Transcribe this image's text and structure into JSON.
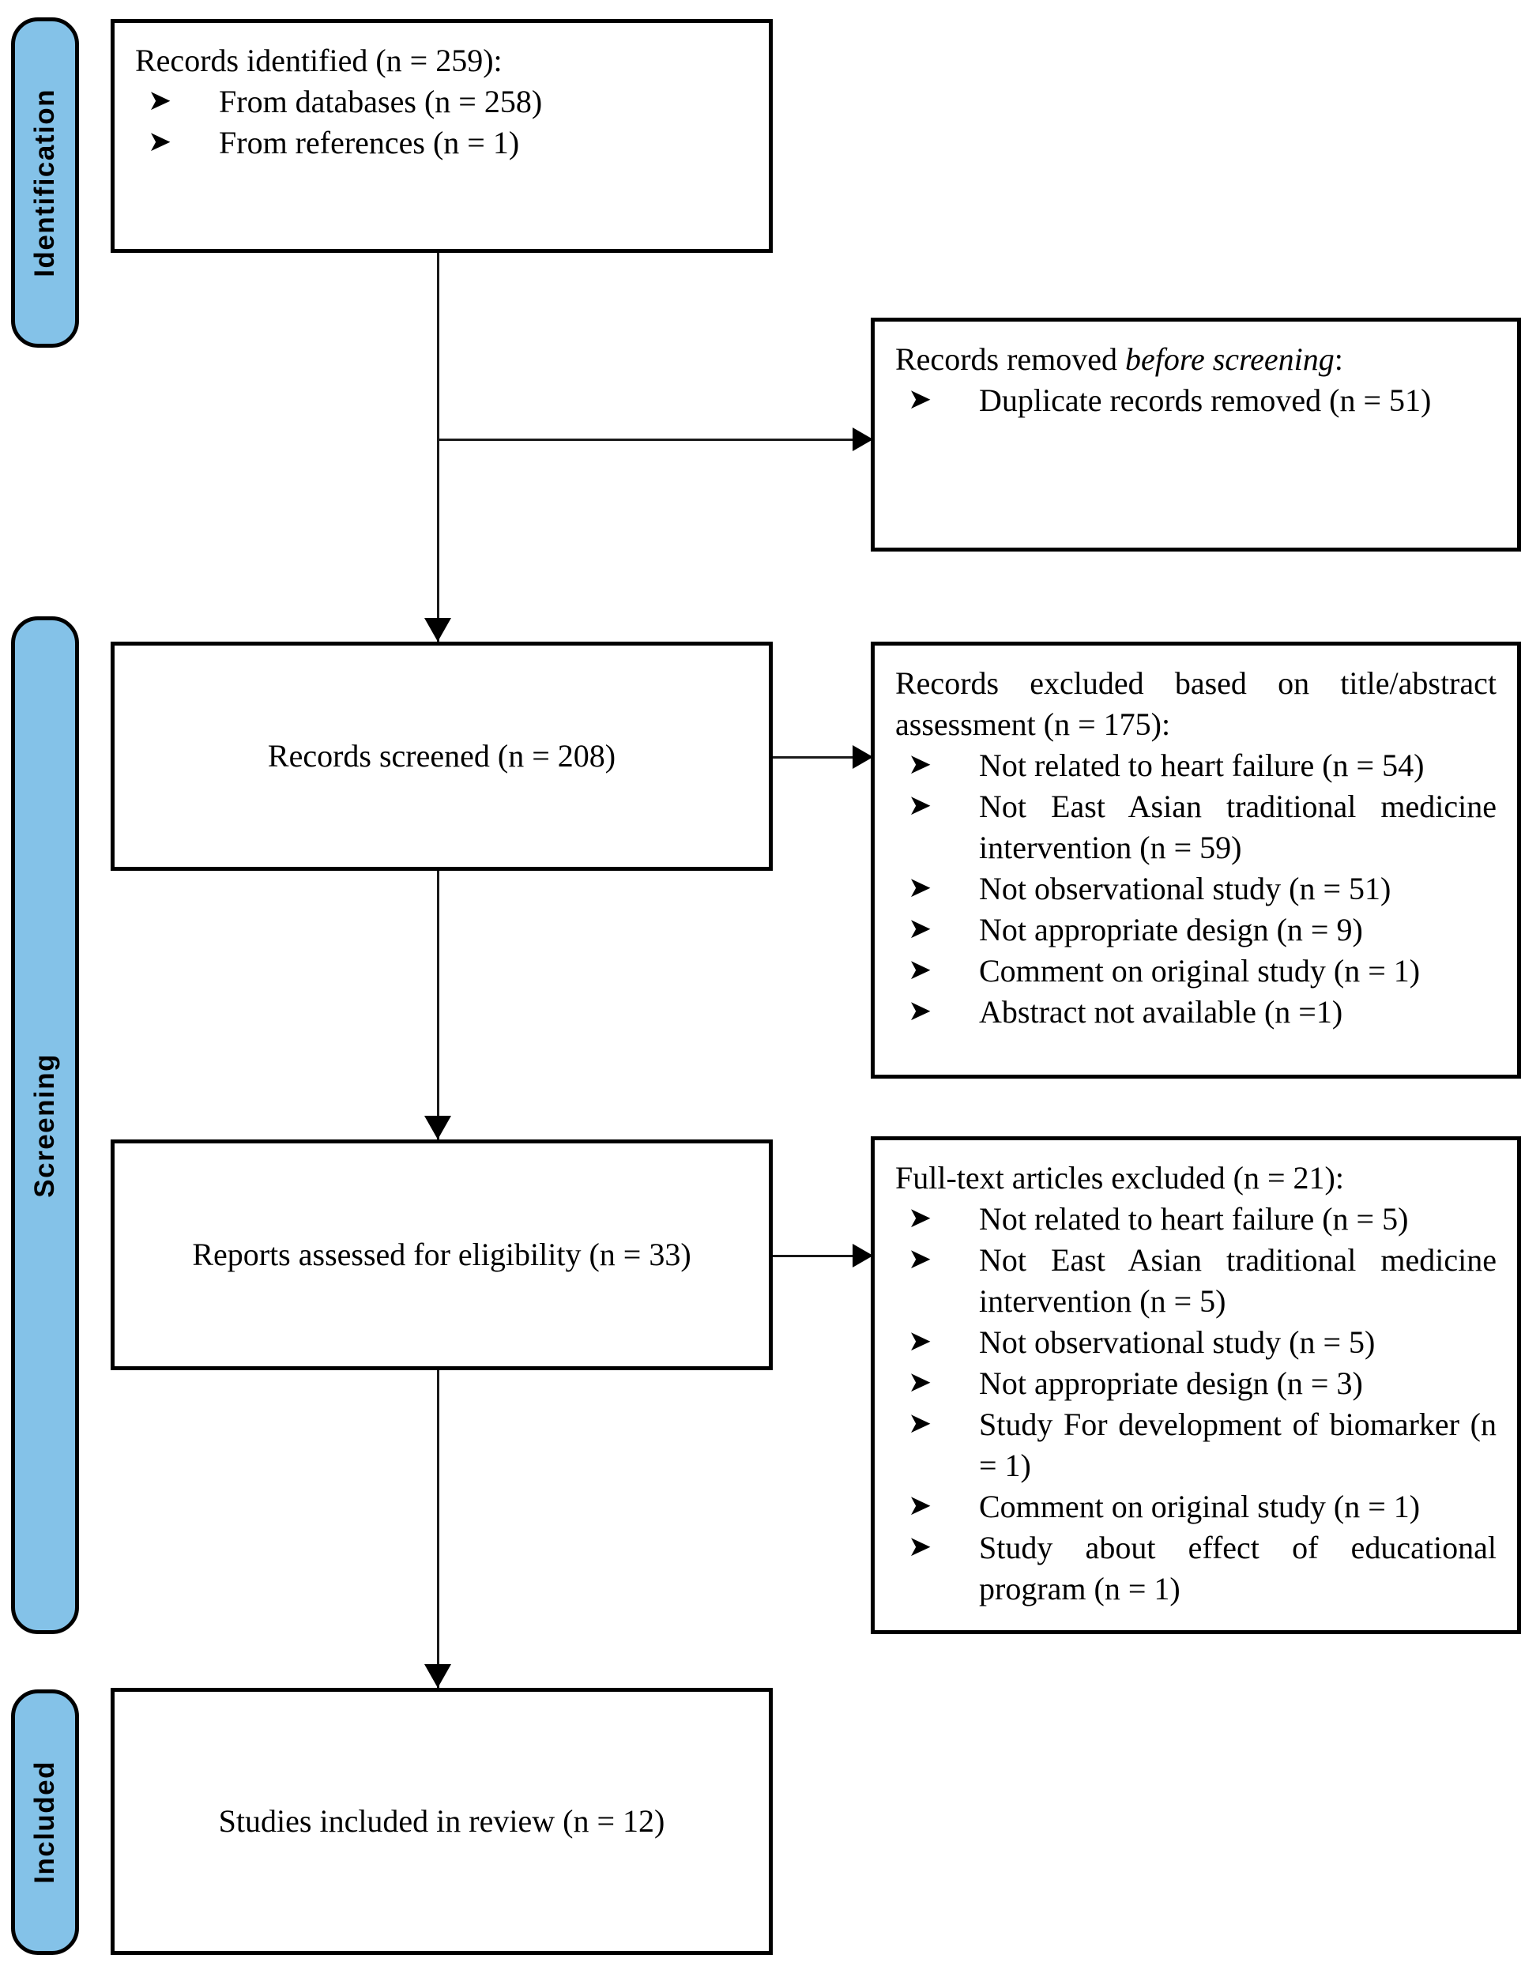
{
  "diagram": {
    "type": "prisma-flow-diagram",
    "accent_color": "#84C2E8",
    "line_color": "#000000",
    "background": "#ffffff"
  },
  "phases": [
    {
      "id": "identification",
      "label": "Identification"
    },
    {
      "id": "screening",
      "label": "Screening"
    },
    {
      "id": "included",
      "label": "Included"
    }
  ],
  "boxes": {
    "identified": {
      "title": "Records identified (n = 259):",
      "items": [
        "From databases (n = 258)",
        "From references (n = 1)"
      ]
    },
    "removed": {
      "title_lead": "Records removed ",
      "title_italic": "before screening",
      "title_tail": ":",
      "items": [
        "Duplicate records removed (n = 51)"
      ]
    },
    "screened": {
      "title": "Records screened (n = 208)"
    },
    "excluded_title_abstract": {
      "title": "Records excluded based on title/abstract assessment (n = 175):",
      "items": [
        "Not related to heart failure (n = 54)",
        "Not East Asian traditional medicine intervention (n = 59)",
        "Not observational study (n = 51)",
        "Not appropriate design (n = 9)",
        "Comment on original study (n = 1)",
        "Abstract not available (n =1)"
      ]
    },
    "eligibility": {
      "title": "Reports assessed for eligibility (n = 33)"
    },
    "excluded_fulltext": {
      "title": "Full-text articles excluded (n = 21):",
      "items": [
        "Not related to heart failure (n = 5)",
        "Not East Asian traditional medicine intervention (n = 5)",
        "Not observational study (n = 5)",
        "Not appropriate design (n = 3)",
        "Study For development of biomarker (n = 1)",
        "Comment on original study (n = 1)",
        "Study about effect of educational program (n = 1)"
      ]
    },
    "included": {
      "title": "Studies included in review (n = 12)"
    }
  },
  "icons": {
    "bullet": "➤"
  }
}
